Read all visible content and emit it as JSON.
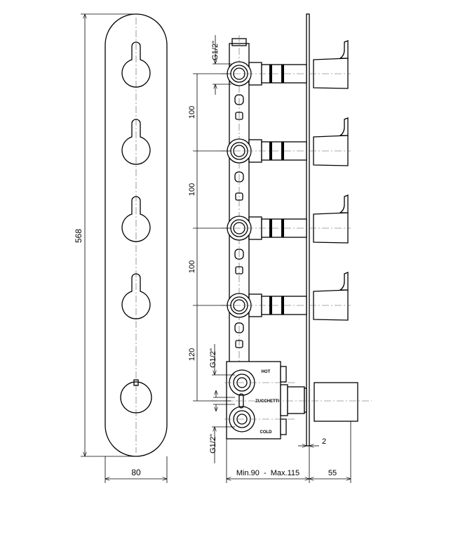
{
  "dimensions": {
    "total_height": "568",
    "plate_width": "80",
    "spacing_1": "100",
    "spacing_2": "100",
    "spacing_3": "100",
    "spacing_4": "120",
    "thread_top": "G1/2\"",
    "thread_mid": "G1/2\"",
    "thread_bottom": "G1/2\"",
    "plate_thickness": "2",
    "depth_range": "Min.90  -  Max.115",
    "handle_depth": "55"
  },
  "labels": {
    "hot": "HOT",
    "cold": "COLD",
    "brand": "ZUCCHETTI"
  }
}
